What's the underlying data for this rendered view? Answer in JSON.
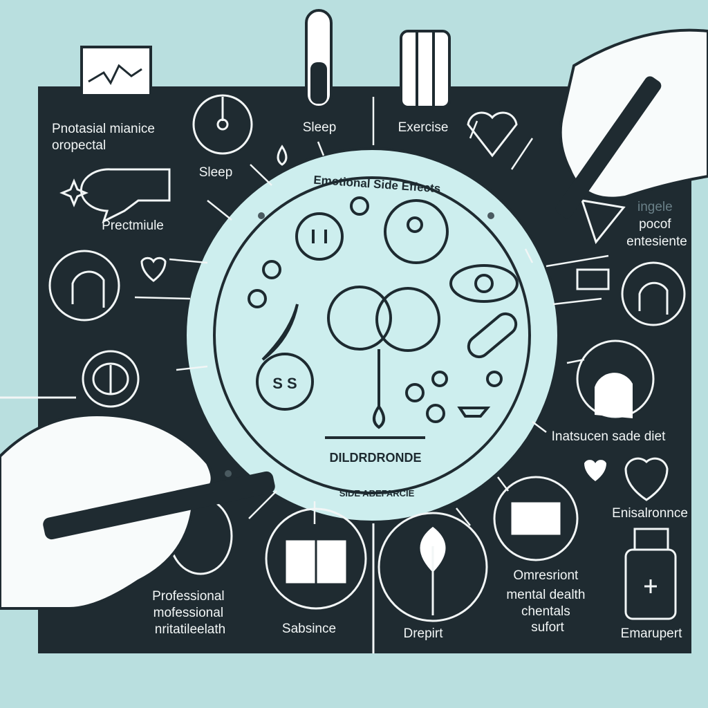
{
  "center": {
    "title": "Emotional Side Effects",
    "inner_label": "DILDRDRONDE",
    "bottom_label": "SIDE ABEFARCIE"
  },
  "labels": {
    "top_left": [
      "Pnotasial mianice",
      "oropectal"
    ],
    "sleep_top": "Sleep",
    "exercise": "Exercise",
    "sleep_left": "Sleep",
    "prectmiule": "Prectmiule",
    "right_top": [
      "ingele",
      "pocof",
      "entesiente"
    ],
    "right_mid": "Inatsucen sade diet",
    "right_heart": "Enisalronnce",
    "bottom_left": [
      "Professional",
      "mofessional",
      "nritatileelath"
    ],
    "bottom_book": "Sabsince",
    "bottom_plant": "Drepirt",
    "bottom_mental": [
      "Omresriont",
      "mental dealth",
      "chentals",
      "sufort"
    ],
    "bottom_right": "Emarupert"
  },
  "colors": {
    "background": "#b9dfdf",
    "panel": "#1f2b31",
    "circle": "#cdeeee",
    "line": "#f2f6f6"
  }
}
